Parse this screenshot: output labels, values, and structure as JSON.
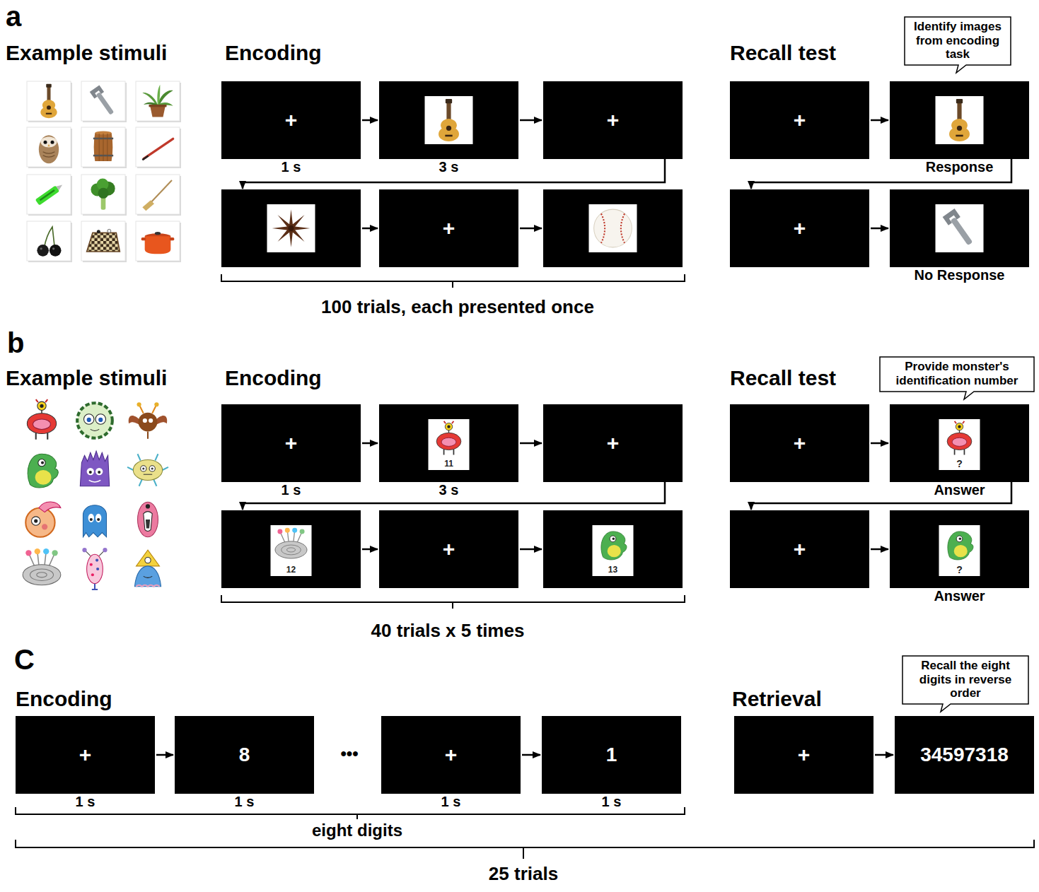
{
  "diagram": {
    "nodes": [
      {
        "text": [
          "+",
          "1 s"
        ]
      },
      {
        "text": [
          "3 s"
        ]
      },
      {
        "text": [
          "+"
        ]
      },
      {
        "text": [
          "+"
        ]
      },
      {
        "text": [
          "Identify images from encoding task"
        ]
      },
      {
        "text": [
          "+"
        ]
      },
      {
        "text": [
          "Response"
        ]
      },
      {
        "text": [
          "+"
        ]
      },
      {
        "text": [
          "No Response"
        ]
      },
      {
        "text": [
          "+",
          "1 s"
        ]
      },
      {
        "text": [
          "11",
          "3 s"
        ]
      },
      {
        "text": [
          "+"
        ]
      },
      {
        "text": [
          "12"
        ]
      },
      {
        "text": [
          "+"
        ]
      },
      {
        "text": [
          "13"
        ]
      },
      {
        "text": [
          "Provide monster's identification number"
        ]
      },
      {
        "text": [
          "+"
        ]
      },
      {
        "text": [
          "?",
          "Answer"
        ]
      },
      {
        "text": [
          "+"
        ]
      },
      {
        "text": [
          "?",
          "Answer"
        ]
      },
      {
        "text": [
          "+",
          "1 s"
        ]
      },
      {
        "text": [
          "8",
          "1 s"
        ]
      },
      {
        "text": [
          "+",
          "1 s"
        ]
      },
      {
        "text": [
          "1",
          "1 s"
        ]
      },
      {
        "text": [
          "Recall the eight digits in reverse order"
        ]
      },
      {
        "text": [
          "+"
        ]
      },
      {
        "text": [
          "34597318"
        ]
      }
    ],
    "edges": [
      {
        "from": 0,
        "to": 1,
        "arrow": "to"
      },
      {
        "from": 1,
        "to": 2,
        "arrow": "to"
      },
      {
        "from": 5,
        "to": 6,
        "arrow": "to"
      },
      {
        "from": 6,
        "to": 7,
        "arrow": "to"
      },
      {
        "from": 7,
        "to": 8,
        "arrow": "to"
      },
      {
        "from": 9,
        "to": 10,
        "arrow": "to"
      },
      {
        "from": 10,
        "to": 11,
        "arrow": "to"
      },
      {
        "from": 11,
        "to": 12,
        "arrow": "to"
      },
      {
        "from": 12,
        "to": 13,
        "arrow": "to"
      },
      {
        "from": 13,
        "to": 14,
        "arrow": "to"
      },
      {
        "from": 16,
        "to": 17,
        "arrow": "to"
      },
      {
        "from": 17,
        "to": 18,
        "arrow": "to"
      },
      {
        "from": 18,
        "to": 19,
        "arrow": "to"
      },
      {
        "from": 20,
        "to": 21,
        "arrow": "to"
      },
      {
        "from": 22,
        "to": 23,
        "arrow": "to"
      },
      {
        "from": 25,
        "to": 26,
        "arrow": "to"
      }
    ],
    "labels": [
      "a",
      "Example stimuli",
      "Encoding",
      "Recall test",
      "100 trials, each presented once",
      "b",
      "Example stimuli",
      "Encoding",
      "Recall test",
      "40 trials x 5 times",
      "C",
      "Encoding",
      "•••",
      "eight digits",
      "Retrieval",
      "25 trials"
    ]
  }
}
